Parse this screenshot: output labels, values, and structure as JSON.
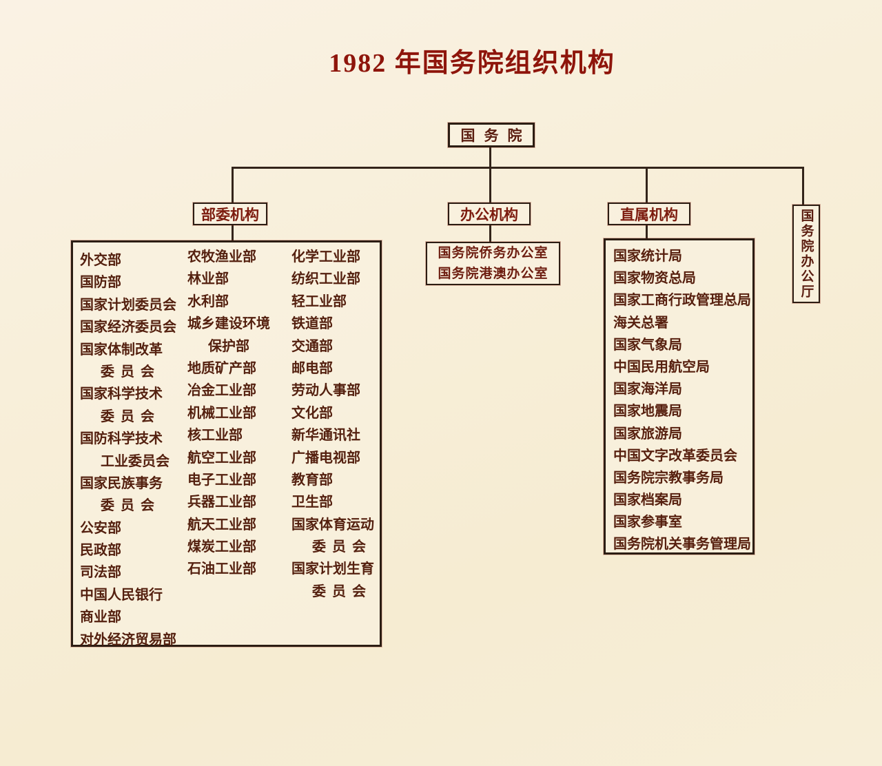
{
  "page": {
    "title": "1982 年国务院组织机构"
  },
  "root": {
    "label": "国务院"
  },
  "branches": {
    "buwei": {
      "label": "部委机构",
      "columns": {
        "col1": [
          {
            "t": "外交部"
          },
          {
            "t": "国防部"
          },
          {
            "t": "国家计划委员会"
          },
          {
            "t": "国家经济委员会"
          },
          {
            "t": "国家体制改革"
          },
          {
            "t": "委员会",
            "i": 1,
            "s": 1
          },
          {
            "t": "国家科学技术"
          },
          {
            "t": "委员会",
            "i": 1,
            "s": 1
          },
          {
            "t": "国防科学技术"
          },
          {
            "t": "工业委员会",
            "i": 1
          },
          {
            "t": "国家民族事务"
          },
          {
            "t": "委员会",
            "i": 1,
            "s": 1
          },
          {
            "t": "公安部"
          },
          {
            "t": "民政部"
          },
          {
            "t": "司法部"
          },
          {
            "t": "中国人民银行"
          },
          {
            "t": "商业部"
          },
          {
            "t": "对外经济贸易部"
          }
        ],
        "col2": [
          {
            "t": "农牧渔业部"
          },
          {
            "t": "林业部"
          },
          {
            "t": "水利部"
          },
          {
            "t": "城乡建设环境"
          },
          {
            "t": "保护部",
            "i": 1
          },
          {
            "t": "地质矿产部"
          },
          {
            "t": "冶金工业部"
          },
          {
            "t": "机械工业部"
          },
          {
            "t": "核工业部"
          },
          {
            "t": "航空工业部"
          },
          {
            "t": "电子工业部"
          },
          {
            "t": "兵器工业部"
          },
          {
            "t": "航天工业部"
          },
          {
            "t": "煤炭工业部"
          },
          {
            "t": "石油工业部"
          }
        ],
        "col3": [
          {
            "t": "化学工业部"
          },
          {
            "t": "纺织工业部"
          },
          {
            "t": "轻工业部"
          },
          {
            "t": "铁道部"
          },
          {
            "t": "交通部"
          },
          {
            "t": "邮电部"
          },
          {
            "t": "劳动人事部"
          },
          {
            "t": "文化部"
          },
          {
            "t": "新华通讯社"
          },
          {
            "t": "广播电视部"
          },
          {
            "t": "教育部"
          },
          {
            "t": "卫生部"
          },
          {
            "t": "国家体育运动"
          },
          {
            "t": "委员会",
            "i": 1,
            "s": 1
          },
          {
            "t": "国家计划生育"
          },
          {
            "t": "委员会",
            "i": 1,
            "s": 1
          }
        ]
      }
    },
    "bangong": {
      "label": "办公机构",
      "items": [
        {
          "t": "国务院侨务办公室"
        },
        {
          "t": "国务院港澳办公室"
        }
      ]
    },
    "zhishu": {
      "label": "直属机构",
      "items": [
        {
          "t": "国家统计局"
        },
        {
          "t": "国家物资总局"
        },
        {
          "t": "国家工商行政管理总局"
        },
        {
          "t": "海关总署"
        },
        {
          "t": "国家气象局"
        },
        {
          "t": "中国民用航空局"
        },
        {
          "t": "国家海洋局"
        },
        {
          "t": "国家地震局"
        },
        {
          "t": "国家旅游局"
        },
        {
          "t": "中国文字改革委员会"
        },
        {
          "t": "国务院宗教事务局"
        },
        {
          "t": "国家档案局"
        },
        {
          "t": "国家参事室"
        },
        {
          "t": "国务院机关事务管理局"
        }
      ]
    },
    "bangongting": {
      "label": "国务院办公厅"
    }
  },
  "colors": {
    "background": "#f8efdb",
    "title_red": "#8e150b",
    "text_brown": "#54200f",
    "border_dark": "#2c1d13"
  }
}
